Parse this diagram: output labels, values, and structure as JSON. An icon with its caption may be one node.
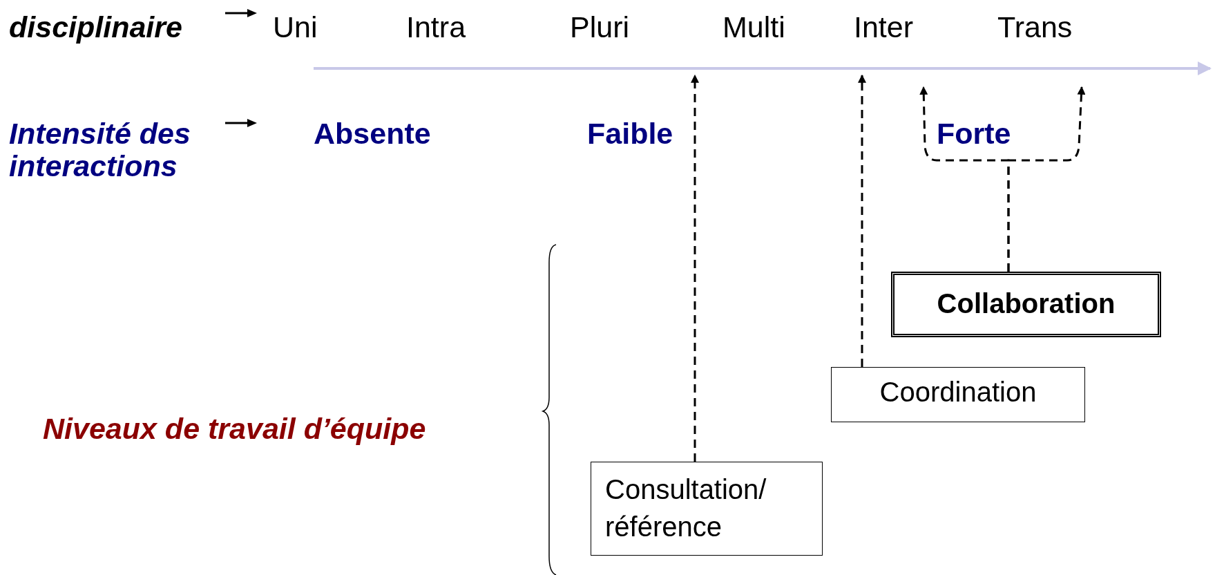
{
  "diagram": {
    "nodes": [
      {
        "text": [
          "Consultation/ référence"
        ]
      },
      {
        "text": [
          "Coordination"
        ]
      },
      {
        "text": [
          "Collaboration"
        ]
      }
    ],
    "edges": [
      {
        "from": 0,
        "to": null,
        "arrow": "to",
        "style": "dashed"
      },
      {
        "from": 1,
        "to": null,
        "arrow": "to",
        "style": "dashed"
      },
      {
        "from": 2,
        "to": null,
        "arrow": "to",
        "style": "dashed"
      },
      {
        "from": 2,
        "to": null,
        "arrow": "to",
        "style": "dashed"
      }
    ],
    "labels": [
      "disciplinaire",
      "Uni",
      "Intra",
      "Pluri",
      "Multi",
      "Inter",
      "Trans",
      "Intensité des interactions",
      "Absente",
      "Faible",
      "Forte",
      "Niveaux de travail d’équipe"
    ]
  }
}
